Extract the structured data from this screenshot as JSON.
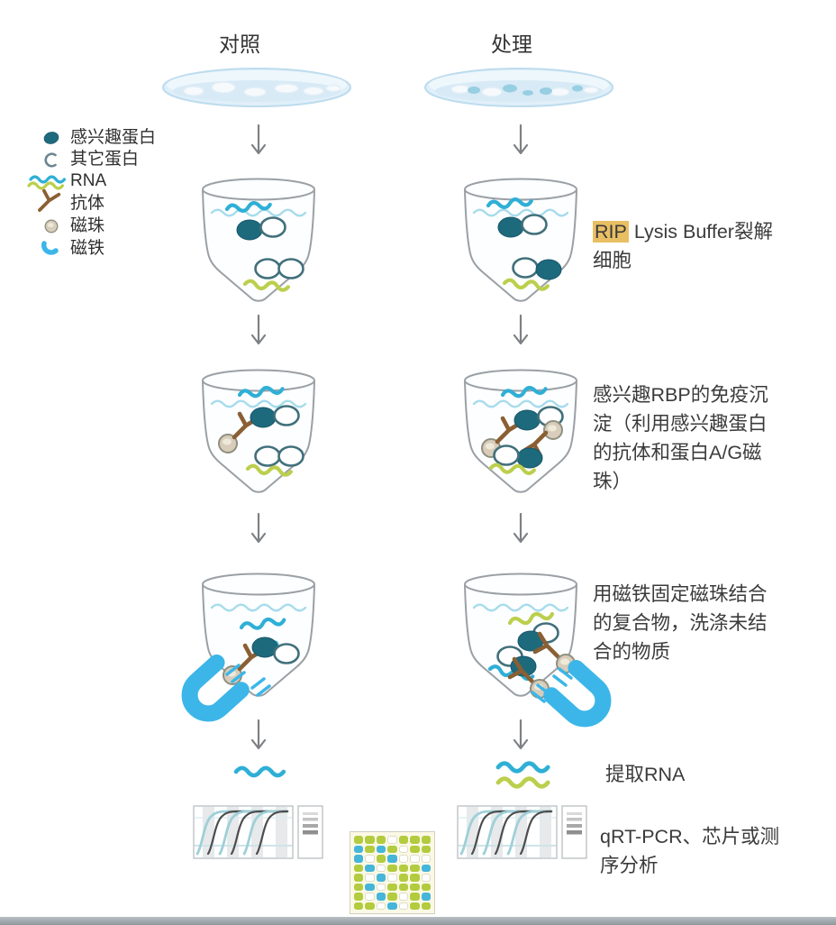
{
  "titles": {
    "control": "对照",
    "treatment": "处理"
  },
  "legend": {
    "items": [
      {
        "name": "protein-of-interest",
        "label": "感兴趣蛋白"
      },
      {
        "name": "other-protein",
        "label": "其它蛋白"
      },
      {
        "name": "rna",
        "label": "RNA"
      },
      {
        "name": "antibody",
        "label": "抗体"
      },
      {
        "name": "magnetic-bead",
        "label": "磁珠"
      },
      {
        "name": "magnet",
        "label": "磁铁"
      }
    ]
  },
  "steps": {
    "lysis": {
      "highlight": "RIP",
      "text": " Lysis Buffer裂解细胞"
    },
    "ip": "感兴趣RBP的免疫沉淀（利用感兴趣蛋白的抗体和蛋白A/G磁珠）",
    "wash": "用磁铁固定磁珠结合的复合物，洗涤未结合的物质",
    "extract": "提取RNA",
    "analysis": "qRT-PCR、芯片或测序分析"
  },
  "colors": {
    "protein_of_interest": "#1e6a7d",
    "rna_blue": "#2fafd6",
    "rna_green": "#bccf4d",
    "antibody_brown": "#8a5f33",
    "bead_tan": "#d8cdbb",
    "magnet_blue": "#3cb6e8",
    "highlight_yellow": "#e9bf63",
    "water_line": "#a8dcec"
  },
  "microarray": {
    "rows": [
      "GGGWGGG",
      "BGBGWGG",
      "BWGBWWW",
      "GBWGGGB",
      "GWBWGGW",
      "GBWGGGG",
      "GWBGWGB",
      "GGWBWGG"
    ]
  }
}
